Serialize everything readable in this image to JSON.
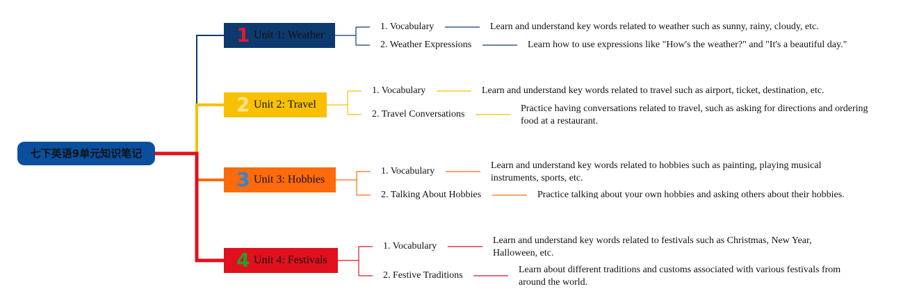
{
  "root": {
    "label": "七下英语9单元知识笔记",
    "color": "#0a4f9e"
  },
  "units": [
    {
      "number": "1",
      "title": "Unit 1: Weather",
      "color": "#0d3a6e",
      "number_color": "#e0192f",
      "items": [
        {
          "label": "1. Vocabulary",
          "description": "Learn and understand key words related to weather such as sunny, rainy, cloudy, etc."
        },
        {
          "label": "2. Weather Expressions",
          "description": "Learn how to use expressions like \"How's the weather?\" and \"It's a beautiful day.\""
        }
      ]
    },
    {
      "number": "2",
      "title": "Unit 2: Travel",
      "color": "#f8c000",
      "number_color": "#fde58a",
      "items": [
        {
          "label": "1. Vocabulary",
          "description": "Learn and understand key words related to travel such as airport, ticket, destination, etc."
        },
        {
          "label": "2. Travel Conversations",
          "description": "Practice having conversations related to travel, such as asking for directions and ordering food at a restaurant."
        }
      ]
    },
    {
      "number": "3",
      "title": "Unit 3: Hobbies",
      "color": "#ff6a0a",
      "number_color": "#2f86d0",
      "items": [
        {
          "label": "1. Vocabulary",
          "description": "Learn and understand key words related to hobbies such as painting, playing musical instruments, sports, etc."
        },
        {
          "label": "2. Talking About Hobbies",
          "description": "Practice talking about your own hobbies and asking others about their hobbies."
        }
      ]
    },
    {
      "number": "4",
      "title": "Unit 4: Festivals",
      "color": "#e0101e",
      "number_color": "#2e9a2c",
      "items": [
        {
          "label": "1. Vocabulary",
          "description": "Learn and understand key words related to festivals such as Christmas, New Year, Halloween, etc."
        },
        {
          "label": "2. Festive Traditions",
          "description": "Learn about different traditions and customs associated with various festivals from around the world."
        }
      ]
    }
  ]
}
